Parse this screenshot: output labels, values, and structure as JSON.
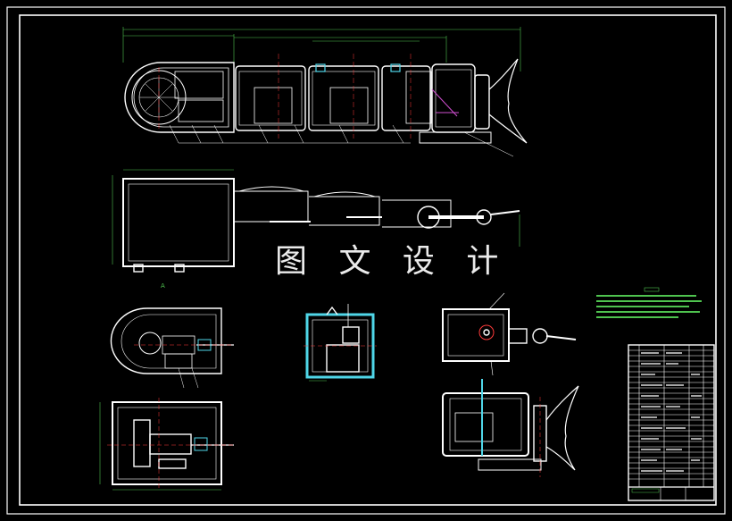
{
  "drawing": {
    "background": "#000000",
    "line_color": "#ffffff",
    "dimension_color": "#4fc34f",
    "center_line_color": "#ff3b3b",
    "section_color": "#4fd6e8",
    "highlight_color": "#d14fd1"
  },
  "watermark": {
    "text": "图 文 设 计"
  },
  "views": [
    {
      "id": "main-assembly-view",
      "icon": "robot-fish-side-assembly"
    },
    {
      "id": "top-view",
      "icon": "robot-fish-top-view"
    },
    {
      "id": "head-section-view",
      "icon": "head-cabin-section"
    },
    {
      "id": "joint-section-view",
      "icon": "joint-cabin-section"
    },
    {
      "id": "tail-detail-top",
      "icon": "tail-joint-detail"
    },
    {
      "id": "head-front-section",
      "icon": "head-cabin-front-section"
    },
    {
      "id": "tail-fin-section",
      "icon": "tail-fin-joint-section"
    }
  ],
  "title_block": {
    "icon": "title-block-table"
  },
  "technical_notes": {
    "icon": "technical-requirements-text"
  }
}
